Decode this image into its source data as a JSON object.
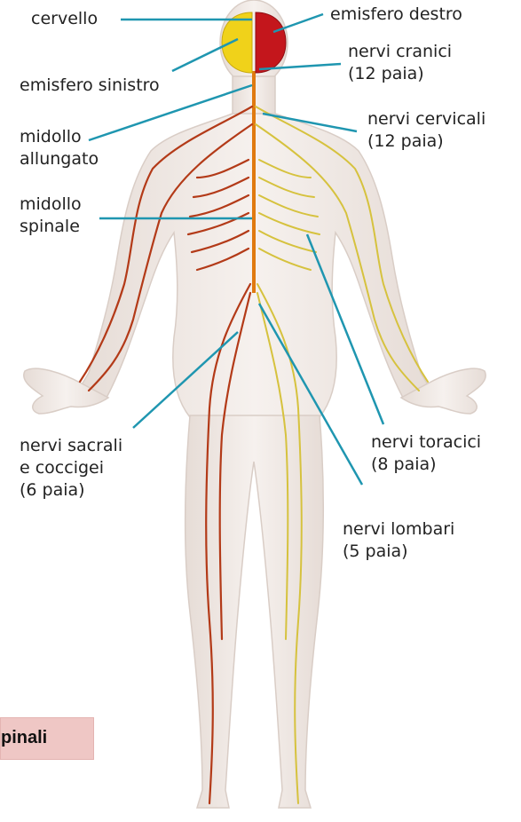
{
  "labels": {
    "cervello": "cervello",
    "emisfero_destro": "emisfero destro",
    "emisfero_sinistro": "emisfero sinistro",
    "nervi_cranici": [
      "nervi cranici",
      "(12 paia)"
    ],
    "nervi_cervicali": [
      "nervi cervicali",
      "(12 paia)"
    ],
    "midollo_allungato": [
      "midollo",
      "allungato"
    ],
    "midollo_spinale": [
      "midollo",
      "spinale"
    ],
    "nervi_toracici": [
      "nervi toracici",
      "(8 paia)"
    ],
    "nervi_sacrali": [
      "nervi sacrali",
      "e coccigei",
      "(6 paia)"
    ],
    "nervi_lombari": [
      "nervi lombari",
      "(5 paia)"
    ]
  },
  "badge": {
    "text": "pinali"
  },
  "colors": {
    "leader_line": "#1f96b0",
    "body": "#f1ebe7",
    "left_nerves": "#b33a18",
    "right_nerves": "#d6c23e",
    "right_hemisphere": "#c4161c",
    "left_hemisphere": "#f0d21a",
    "spinal_cord": "#e07a10",
    "badge_bg": "#efc7c5"
  }
}
